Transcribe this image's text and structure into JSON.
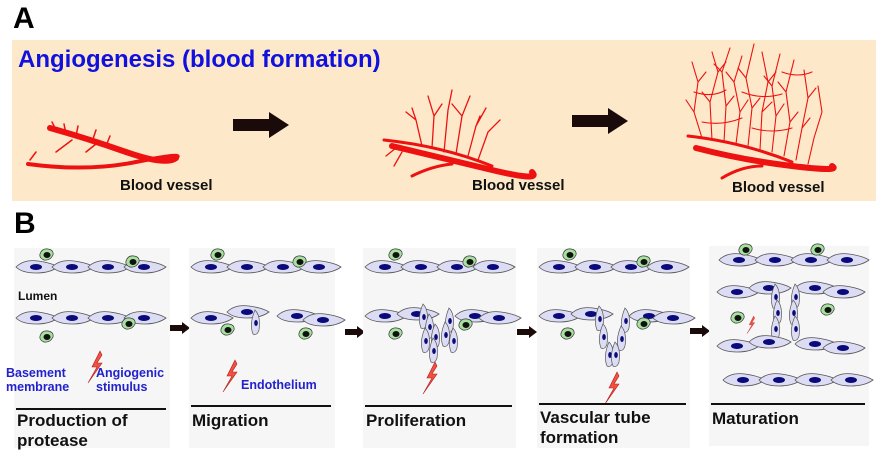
{
  "figure": {
    "panel_a": {
      "label": "A",
      "title": "Angiogenesis (blood formation)",
      "background_color": "#fde9c9",
      "title_color": "#1111dd",
      "vessel_color": "#ee1111",
      "stages": [
        {
          "caption": "Blood vessel",
          "sprouting": "minimal"
        },
        {
          "caption": "Blood vessel",
          "sprouting": "moderate"
        },
        {
          "caption": "Blood vessel",
          "sprouting": "dense network"
        }
      ],
      "arrows": [
        {
          "icon": "right-arrow-icon"
        },
        {
          "icon": "right-arrow-icon"
        }
      ]
    },
    "panel_b": {
      "label": "B",
      "note_color": "#2222cc",
      "stages": [
        {
          "title_lines": [
            "Production of",
            "protease"
          ],
          "lumen_label": "Lumen",
          "left_note_lines": [
            "Basement",
            "membrane"
          ],
          "right_note_lines": [
            "Angiogenic",
            "stimulus"
          ]
        },
        {
          "title_lines": [
            "Migration"
          ],
          "right_note_lines": [
            "Endothelium"
          ]
        },
        {
          "title_lines": [
            "Proliferation"
          ]
        },
        {
          "title_lines": [
            "Vascular tube",
            "formation"
          ]
        },
        {
          "title_lines": [
            "Maturation"
          ]
        }
      ],
      "arrows": [
        {
          "icon": "right-arrow-icon"
        },
        {
          "icon": "right-arrow-icon"
        },
        {
          "icon": "right-arrow-icon"
        },
        {
          "icon": "right-arrow-icon"
        }
      ]
    }
  }
}
